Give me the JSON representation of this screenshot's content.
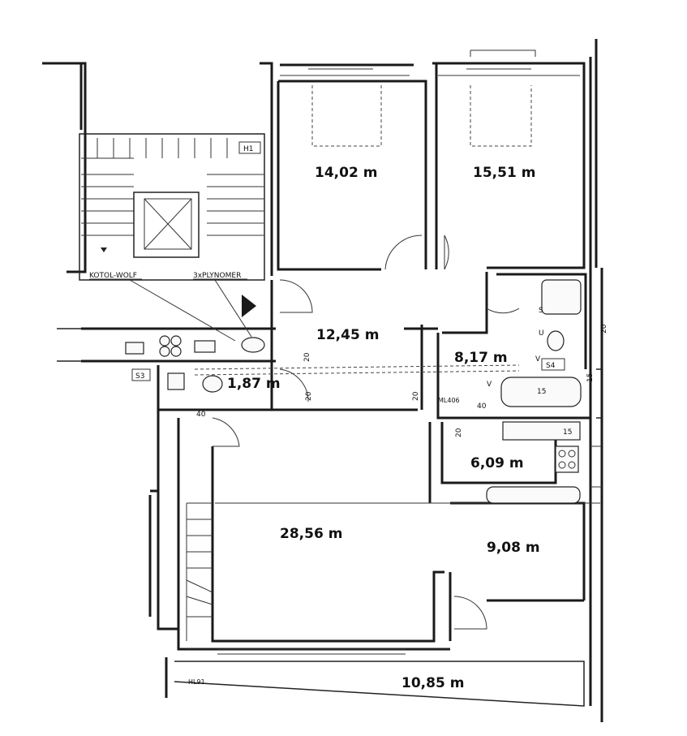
{
  "rooms": [
    {
      "id": "bedroom-1",
      "area": "14,02 m"
    },
    {
      "id": "bedroom-2",
      "area": "15,51 m"
    },
    {
      "id": "hall",
      "area": "12,45 m"
    },
    {
      "id": "bathroom",
      "area": "8,17 m"
    },
    {
      "id": "wc",
      "area": "1,87 m"
    },
    {
      "id": "kitchen",
      "area": "6,09 m"
    },
    {
      "id": "living",
      "area": "28,56 m"
    },
    {
      "id": "room-small",
      "area": "9,08 m"
    },
    {
      "id": "terrace",
      "area": "10,85 m"
    }
  ],
  "labels": {
    "boiler": "KOTOL-WOLF",
    "gas_meter": "3xPLYNOMER",
    "h1": "H1",
    "s3": "S3",
    "s4": "S4",
    "ml406": "ML406",
    "hl91": "HL91"
  },
  "dimensions": [
    "20",
    "20",
    "20",
    "40",
    "40",
    "15",
    "15",
    "20",
    "15",
    "20"
  ],
  "fixture_marks": {
    "s": "S",
    "u": "U",
    "v": "V",
    "v2": "V"
  }
}
